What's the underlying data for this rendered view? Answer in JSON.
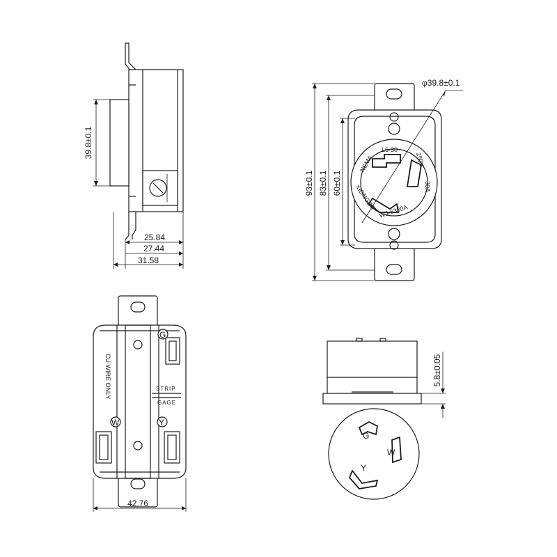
{
  "side_view": {
    "dims": {
      "height_39_8": "39.8±0.1",
      "w1": "25.84",
      "w2": "27.44",
      "w3": "31.58"
    }
  },
  "front_view": {
    "dims": {
      "dia": "φ39.8±0.1",
      "h93": "93±0.1",
      "h83": "83±0.1",
      "h60": "60±0.1"
    },
    "face_text": {
      "nema": "NEMA",
      "type": "L6-30",
      "brand": "XIONGDR",
      "model": "WJ-6330A",
      "volt": "250V",
      "amp": "30A"
    }
  },
  "back_view": {
    "labels": {
      "wire": "CU WIRE ONLY",
      "strip": "STRIP",
      "gage": "GAGE",
      "terminal_g": "G",
      "terminal_w": "W",
      "terminal_y": "Y"
    },
    "dims": {
      "width": "42.76"
    }
  },
  "top_view": {
    "dims": {
      "thickness": "5.8±0.05"
    },
    "face_labels": {
      "g": "G",
      "w": "W",
      "y": "Y"
    }
  }
}
